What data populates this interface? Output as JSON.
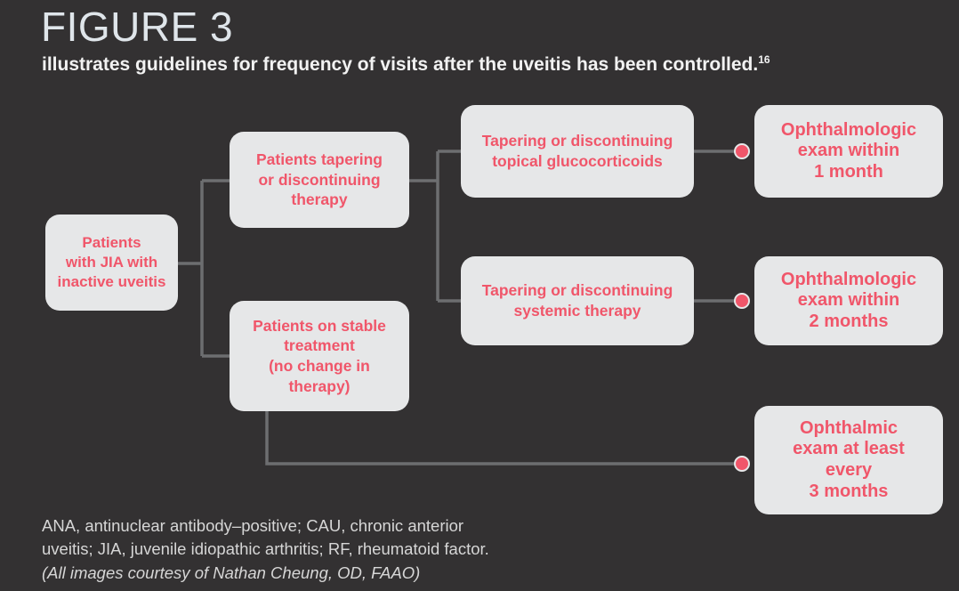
{
  "header": {
    "title": "FIGURE 3",
    "subtitle": "illustrates guidelines for frequency of visits after the uveitis has been controlled.",
    "subtitle_superscript": "16"
  },
  "colors": {
    "background": "#333132",
    "box_fill": "#e6e7e8",
    "box_text": "#f0566a",
    "connector": "#6d6e70",
    "title_text": "#dfe5ea",
    "subtitle_text": "#f2f2f2",
    "footer_text": "#d6d6d6",
    "dot_fill": "#f0566a",
    "dot_ring": "#e6e7e8"
  },
  "flowchart": {
    "type": "flowchart",
    "orientation": "left-to-right",
    "nodes": [
      {
        "id": "root",
        "label": "Patients\nwith JIA with\ninactive uveitis",
        "level": 1
      },
      {
        "id": "tapering",
        "label": "Patients tapering\nor discontinuing\ntherapy",
        "level": 2
      },
      {
        "id": "stable",
        "label": "Patients on stable\ntreatment\n(no change in\ntherapy)",
        "level": 2
      },
      {
        "id": "topical",
        "label": "Tapering or discontinuing\ntopical glucocorticoids",
        "level": 3
      },
      {
        "id": "systemic",
        "label": "Tapering or discontinuing\nsystemic therapy",
        "level": 3
      },
      {
        "id": "exam1m",
        "label": "Ophthalmologic\nexam within\n1 month",
        "level": 4
      },
      {
        "id": "exam2m",
        "label": "Ophthalmologic\nexam within\n2 months",
        "level": 4
      },
      {
        "id": "exam3m",
        "label": "Ophthalmic\nexam at least\nevery\n3 months",
        "level": 4
      }
    ],
    "edges": [
      {
        "from": "root",
        "to": "tapering"
      },
      {
        "from": "root",
        "to": "stable"
      },
      {
        "from": "tapering",
        "to": "topical"
      },
      {
        "from": "tapering",
        "to": "systemic"
      },
      {
        "from": "topical",
        "to": "exam1m",
        "endpoint": "dot"
      },
      {
        "from": "systemic",
        "to": "exam2m",
        "endpoint": "dot"
      },
      {
        "from": "stable",
        "to": "exam3m",
        "endpoint": "dot"
      }
    ]
  },
  "footer": {
    "line1": "ANA, antinuclear antibody–positive; CAU, chronic anterior",
    "line2": "uveitis; JIA, juvenile idiopathic arthritis; RF, rheumatoid factor.",
    "line3": "(All images courtesy of Nathan Cheung, OD, FAAO)"
  }
}
